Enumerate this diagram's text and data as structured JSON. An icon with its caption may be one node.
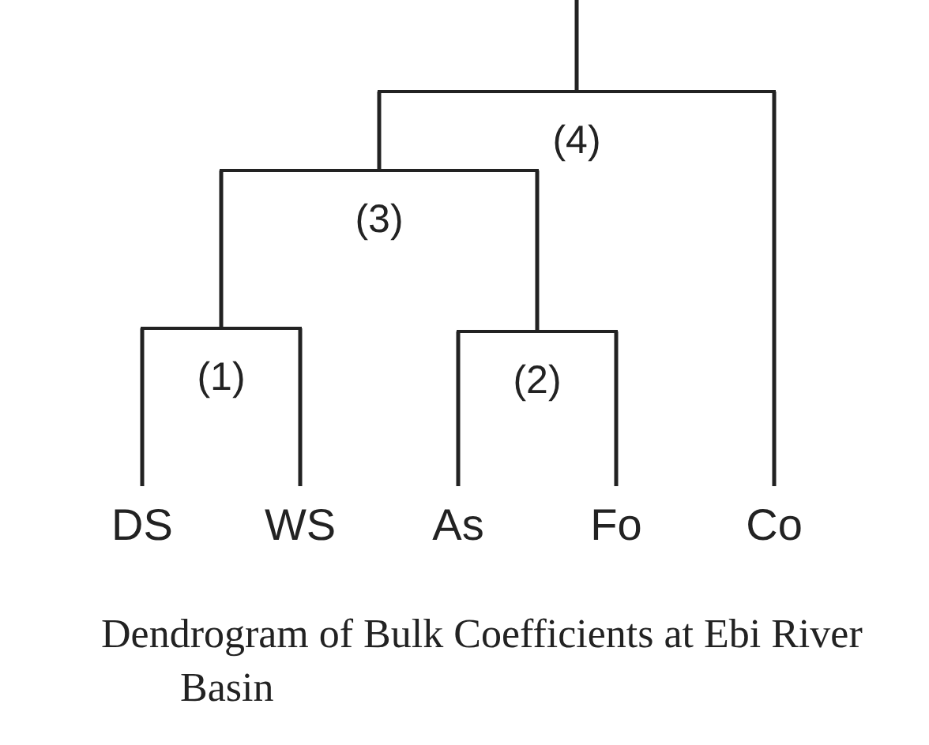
{
  "diagram": {
    "caption": "Dendrogram of Bulk Coefficients at Ebi River Basin",
    "nodes": [
      {
        "text": [
          "(4)"
        ]
      },
      {
        "text": [
          "(3)"
        ]
      },
      {
        "text": [
          "(1)"
        ]
      },
      {
        "text": [
          "(2)"
        ]
      },
      {
        "text": [
          "DS"
        ]
      },
      {
        "text": [
          "WS"
        ]
      },
      {
        "text": [
          "As"
        ]
      },
      {
        "text": [
          "Fo"
        ]
      },
      {
        "text": [
          "Co"
        ]
      }
    ],
    "edges": [
      {
        "from": null,
        "to": 0,
        "arrow": "none"
      },
      {
        "from": 0,
        "to": 1,
        "arrow": "none"
      },
      {
        "from": 0,
        "to": 8,
        "arrow": "none"
      },
      {
        "from": 1,
        "to": 2,
        "arrow": "none"
      },
      {
        "from": 1,
        "to": 3,
        "arrow": "none"
      },
      {
        "from": 2,
        "to": 4,
        "arrow": "none"
      },
      {
        "from": 2,
        "to": 5,
        "arrow": "none"
      },
      {
        "from": 3,
        "to": 6,
        "arrow": "none"
      },
      {
        "from": 3,
        "to": 7,
        "arrow": "none"
      }
    ]
  }
}
